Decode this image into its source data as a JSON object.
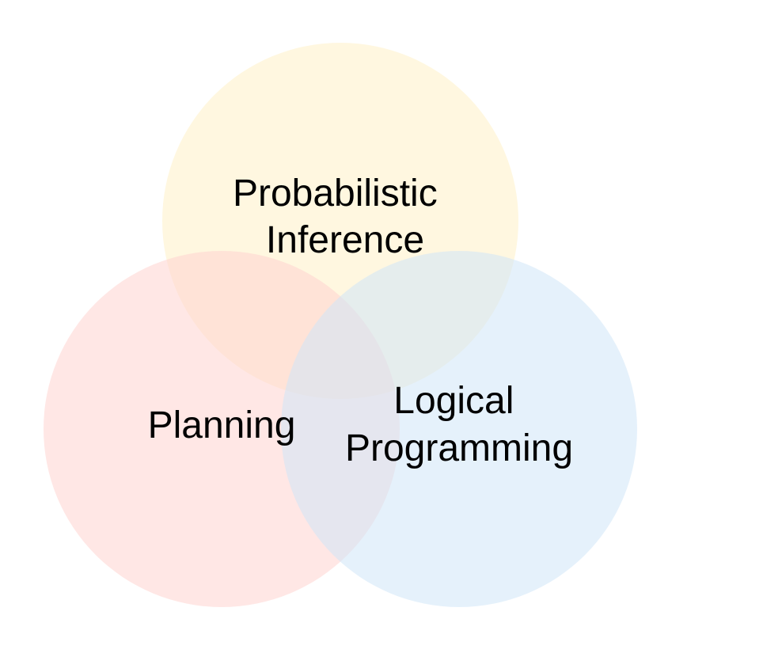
{
  "diagram": {
    "type": "venn",
    "sets": [
      {
        "id": "probabilistic-inference",
        "label_lines": [
          "Probabilistic",
          "Inference"
        ],
        "color": "#FFF1C6"
      },
      {
        "id": "planning",
        "label_lines": [
          "Planning"
        ],
        "color": "#FFD3CF"
      },
      {
        "id": "logical-programming",
        "label_lines": [
          "Logical",
          "Programming"
        ],
        "color": "#CFE5F7"
      }
    ],
    "circle_opacity": 0.55,
    "text_color": "#000000",
    "background": "#FFFFFF"
  }
}
